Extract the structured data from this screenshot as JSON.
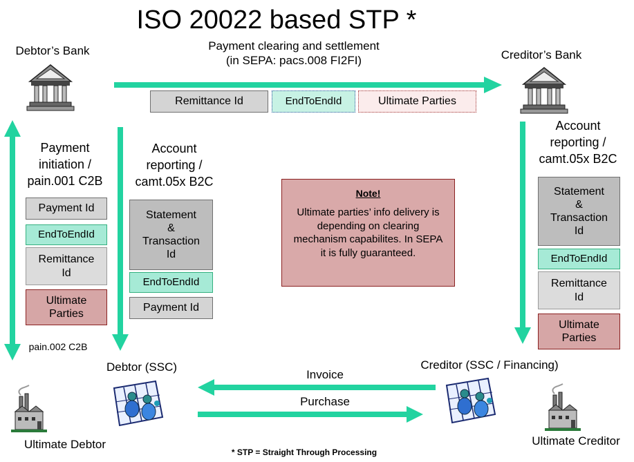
{
  "title": "ISO 20022 based STP *",
  "footnote": "* STP = Straight Through Processing",
  "colors": {
    "arrow": "#22d3a0",
    "red_box": "#d6a6a6",
    "green_box": "#a6ead6",
    "gray_box": "#d4d4d4"
  },
  "actors": {
    "debtors_bank": "Debtor’s Bank",
    "creditors_bank": "Creditor’s Bank",
    "debtor": "Debtor (SSC)",
    "creditor": "Creditor  (SSC / Financing)",
    "ultimate_debtor": "Ultimate Debtor",
    "ultimate_creditor": "Ultimate Creditor"
  },
  "clearing": {
    "line1": "Payment clearing and settlement",
    "line2": "(in SEPA: pacs.008 FI2FI)",
    "boxes": [
      "Remittance Id",
      "EndToEndId",
      "Ultimate Parties"
    ]
  },
  "payment_initiation": {
    "line1": "Payment",
    "line2": "initiation /",
    "line3": "pain.001 C2B",
    "boxes": [
      "Payment Id",
      "EndToEndId",
      "Remittance\nId",
      "Ultimate\nParties"
    ]
  },
  "status_report": "pain.002 C2B",
  "debtor_reporting": {
    "line1": "Account",
    "line2": "reporting /",
    "line3": "camt.05x B2C",
    "boxes": [
      "Statement\n&\nTransaction\nId",
      "EndToEndId",
      "Payment Id"
    ]
  },
  "creditor_reporting": {
    "line1": "Account",
    "line2": "reporting /",
    "line3": "camt.05x B2C",
    "boxes": [
      "Statement\n&\nTransaction\nId",
      "EndToEndId",
      "Remittance\nId",
      "Ultimate\nParties"
    ]
  },
  "note": {
    "heading": "Note!",
    "body": "Ultimate parties’ info delivery is depending on clearing mechanism capabilites.  In SEPA it is fully guaranteed."
  },
  "flows": {
    "invoice": "Invoice",
    "purchase": "Purchase"
  },
  "icons": {
    "bank": "bank-building-icon",
    "people": "people-at-map-icon",
    "factory": "factory-icon"
  }
}
